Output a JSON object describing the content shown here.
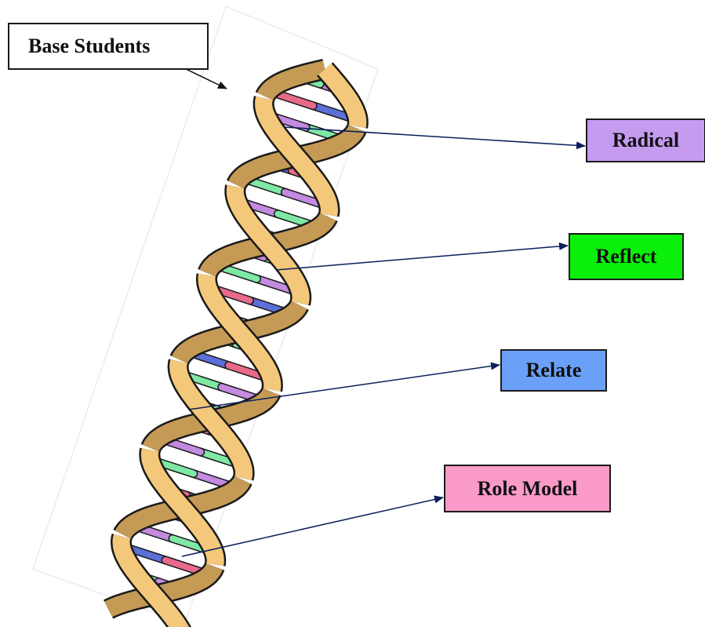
{
  "labels": {
    "base": "Base  Students",
    "radical": "Radical",
    "reflect": "Reflect",
    "relate": "Relate",
    "role_model": "Role Model"
  },
  "colors": {
    "base": "#ffffff",
    "radical": "#c59bf0",
    "reflect": "#0af00a",
    "relate": "#6ba0f8",
    "role_model": "#f99ac8",
    "helix_strand": "#f4c87a",
    "helix_shadow": "#c49a55",
    "outline": "#1a1a1a",
    "arrow": "#0a1f5c",
    "rung_purple": "#c38ae0",
    "rung_green": "#7ee8a4",
    "rung_blue": "#5b6fd8",
    "rung_pink": "#e86a8a"
  },
  "icons": {
    "helix": "dna-double-helix-icon"
  }
}
